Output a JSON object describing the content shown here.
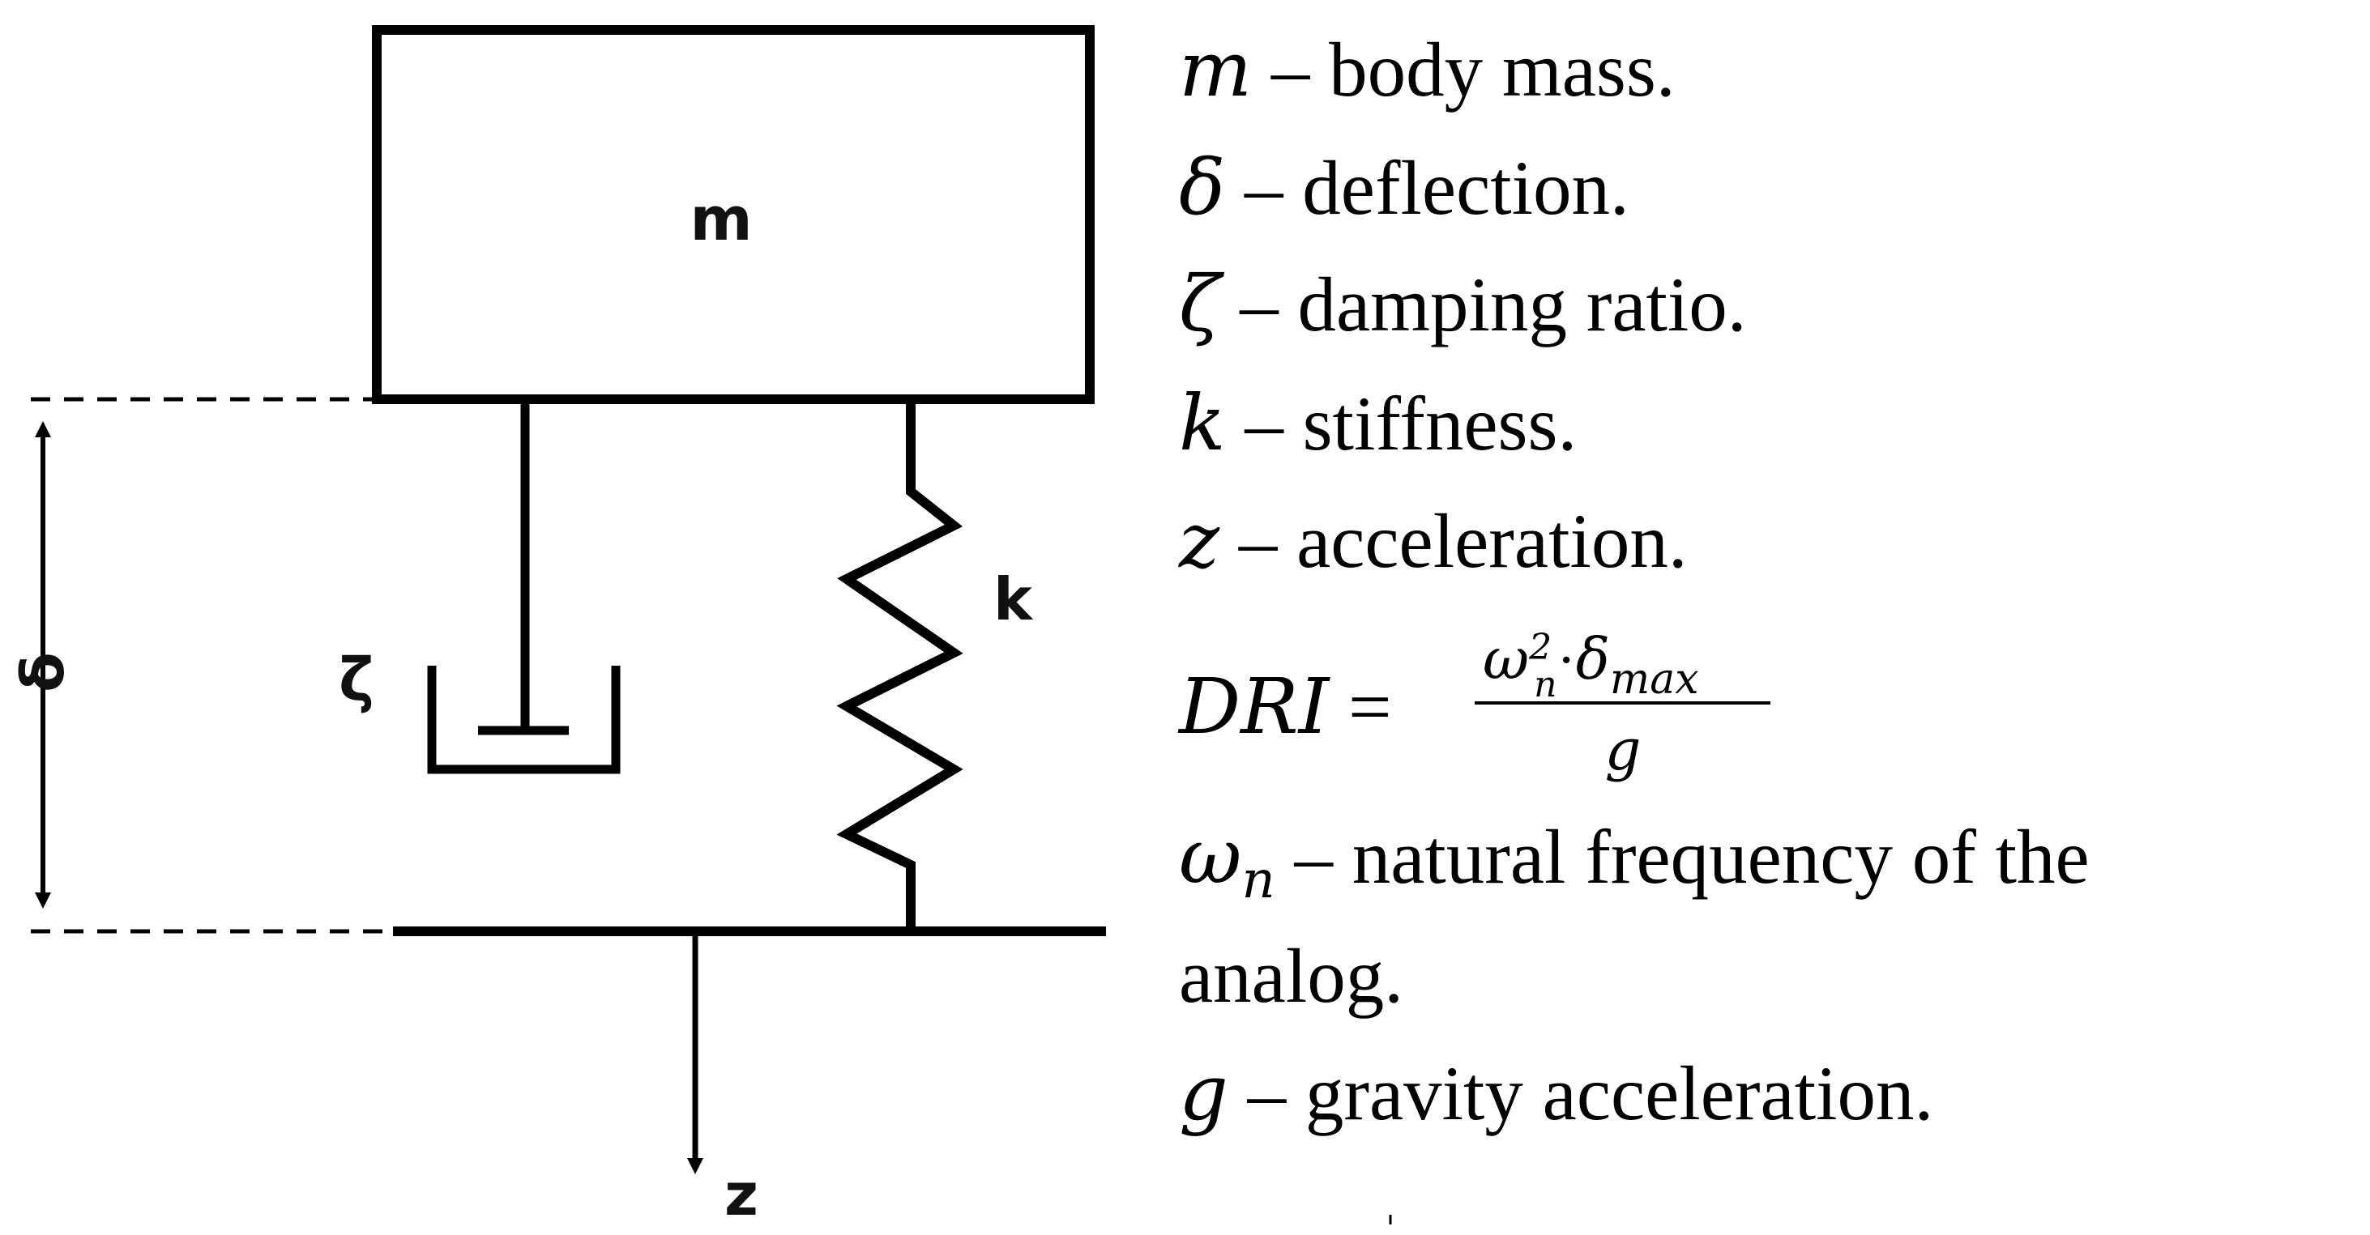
{
  "diagram": {
    "mass_label": "m",
    "damper_label": "ζ",
    "spring_label": "k",
    "deflection_label": "δ",
    "acceleration_label": "z"
  },
  "legend": {
    "m": {
      "symbol": "m",
      "dash": " – ",
      "text": "body mass."
    },
    "delta": {
      "symbol": "δ",
      "dash": " – ",
      "text": "deflection."
    },
    "zeta": {
      "symbol": "ζ",
      "dash": " – ",
      "text": "damping ratio."
    },
    "k": {
      "symbol": "k",
      "dash": " – ",
      "text": "stiffness."
    },
    "z": {
      "symbol": "z",
      "dash": " – ",
      "text": "acceleration."
    },
    "dri": {
      "lhs": "DRI",
      "eq": " = ",
      "num_omega": "ω",
      "num_sub": "n",
      "num_sup": "2",
      "num_dot": "·",
      "num_delta": "δ",
      "num_delta_sub": "max",
      "den": "g"
    },
    "omega": {
      "symbol": "ω",
      "sub": "n",
      "dash": " – ",
      "text_line1": "natural frequency of the",
      "text_line2": "analog."
    },
    "g": {
      "symbol": "g",
      "dash": " – ",
      "text": "gravity acceleration."
    }
  },
  "colors": {
    "ink": "#000000"
  }
}
